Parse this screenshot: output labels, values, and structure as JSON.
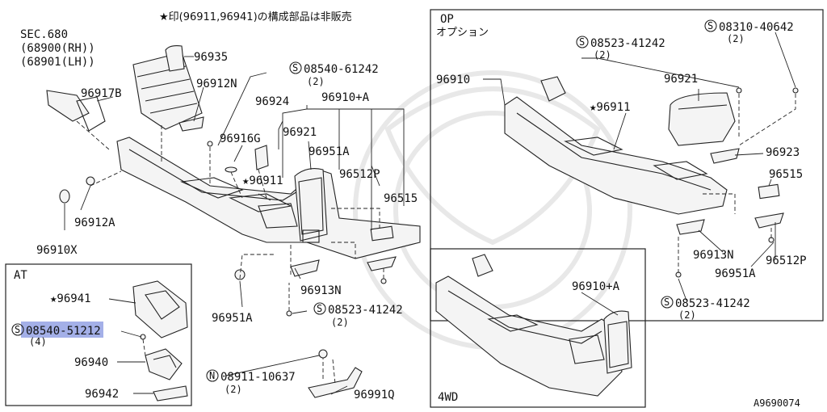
{
  "note": "★印(96911,96941)の構成部品は非販売",
  "figure_id": "A9690074",
  "main_labels": {
    "sec": "SEC.680",
    "sec_rh": "(68900(RH))",
    "sec_lh": "(68901(LH))",
    "p96935": "96935",
    "p96917b": "96917B",
    "p96912n": "96912N",
    "s08540_61242": "08540-61242",
    "s08540_61242_qty": "(2)",
    "p96924": "96924",
    "p96910a": "96910+A",
    "p96921": "96921",
    "p96916g": "96916G",
    "p96951a": "96951A",
    "p96911": "★96911",
    "p96512p": "96512P",
    "p96515": "96515",
    "p96912a": "96912A",
    "p96910x": "96910X",
    "p96913n": "96913N",
    "p96951a_b": "96951A",
    "s08523_41242": "08523-41242",
    "s08523_41242_qty": "(2)",
    "n08911_10637": "08911-10637",
    "n08911_10637_qty": "(2)",
    "p96991q": "96991Q"
  },
  "at_box": {
    "title": "AT",
    "p96941": "★96941",
    "s08540_51212": "08540-51212",
    "s08540_51212_qty": "(4)",
    "p96940": "96940",
    "p96942": "96942"
  },
  "op_box": {
    "title": "OP",
    "subtitle": "オプション",
    "p96910": "96910",
    "s08523_41242": "08523-41242",
    "s08523_41242_qty": "(2)",
    "s08310_40642": "08310-40642",
    "s08310_40642_qty": "(2)",
    "p96921": "96921",
    "p96911": "★96911",
    "p96923": "96923",
    "p96515": "96515",
    "p96913n": "96913N",
    "p96512p": "96512P",
    "p96951a": "96951A",
    "s08523_41242_b": "08523-41242",
    "s08523_41242_b_qty": "(2)"
  },
  "wd_box": {
    "title": "4WD",
    "p96910a": "96910+A"
  },
  "symbols": {
    "screw": "S",
    "nut": "N"
  },
  "colors": {
    "line": "#222222",
    "highlight": "#5a6fd6",
    "background": "#ffffff"
  }
}
